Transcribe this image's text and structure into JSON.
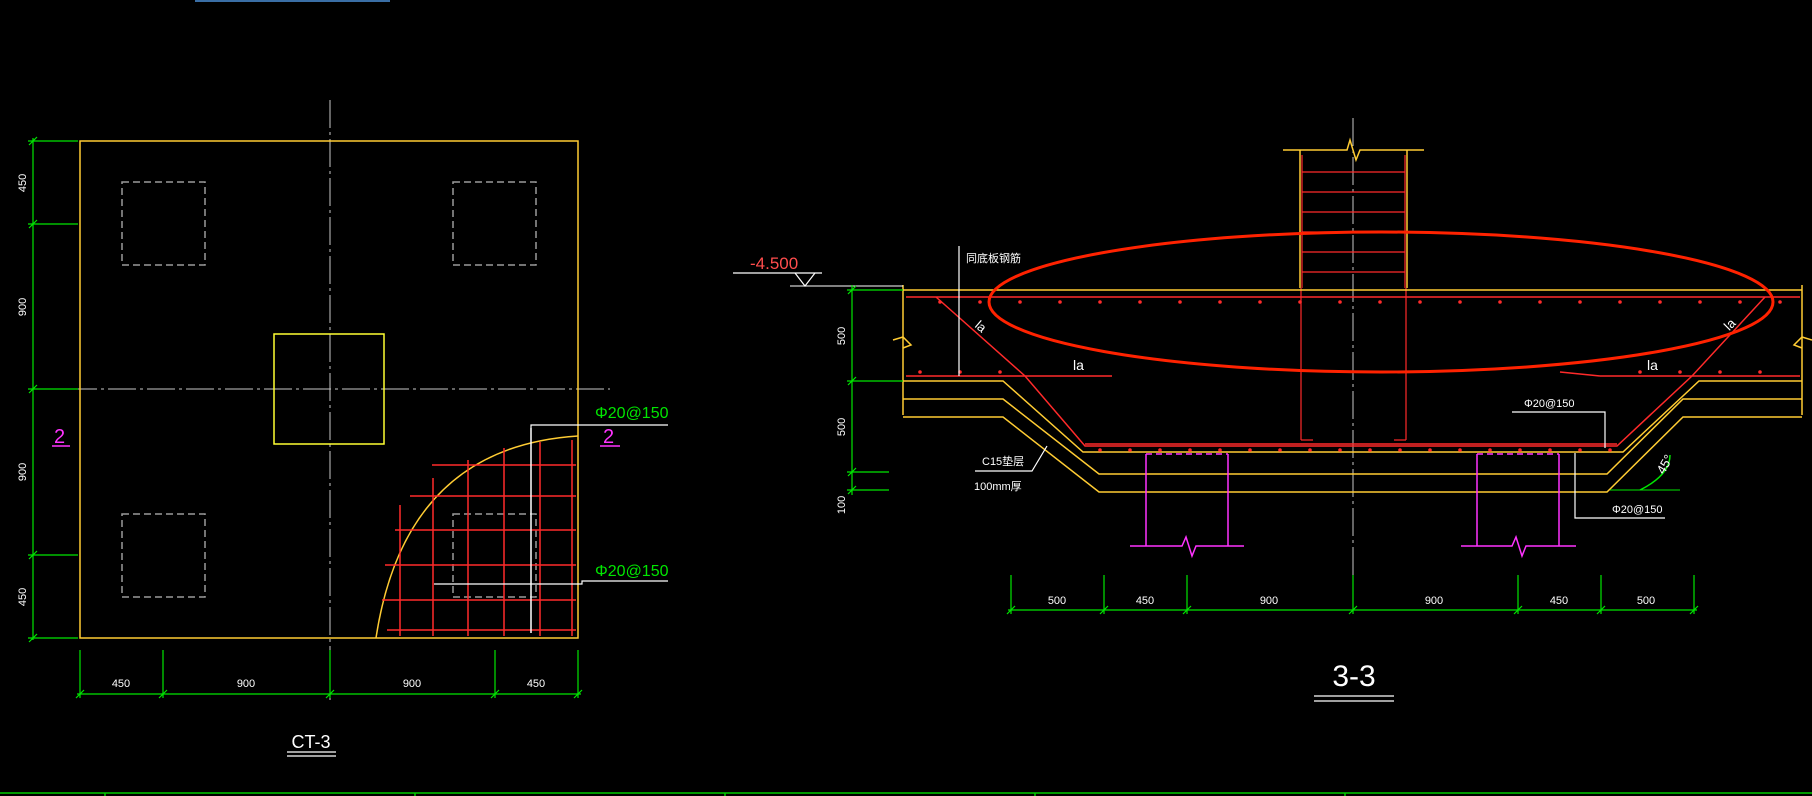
{
  "colors": {
    "background": "#000000",
    "outline": "#ffcc33",
    "dimension": "#00e600",
    "center_line": "#c8c8c8",
    "rebar": "#ff2a2a",
    "pile": "#ff33ff",
    "highlight": "#ff2200",
    "white_text": "#ffffff",
    "top_bar": "#3a6ea5",
    "bottom_bar": "#00cc00"
  },
  "plan": {
    "title": "CT-3",
    "section_marker": "2",
    "rebar_label_top": "Φ20@150",
    "rebar_label_bottom": "Φ20@150",
    "dims_left": [
      "450",
      "900",
      "900",
      "450"
    ],
    "dims_bottom": [
      "450",
      "900",
      "900",
      "450"
    ]
  },
  "section": {
    "title": "3-3",
    "elevation": "-4.500",
    "note_top": "同底板钢筋",
    "la_left_diag": "la",
    "la_left": "la",
    "la_right": "la",
    "la_right_diag": "la",
    "rebar_label_upper": "Φ20@150",
    "rebar_label_lower": "Φ20@150",
    "cushion_note_1": "C15垫层",
    "cushion_note_2": "100mm厚",
    "angle": "45°",
    "dims_left": [
      "500",
      "500",
      "100"
    ],
    "dims_bottom": [
      "500",
      "450",
      "900",
      "900",
      "450",
      "500"
    ]
  }
}
